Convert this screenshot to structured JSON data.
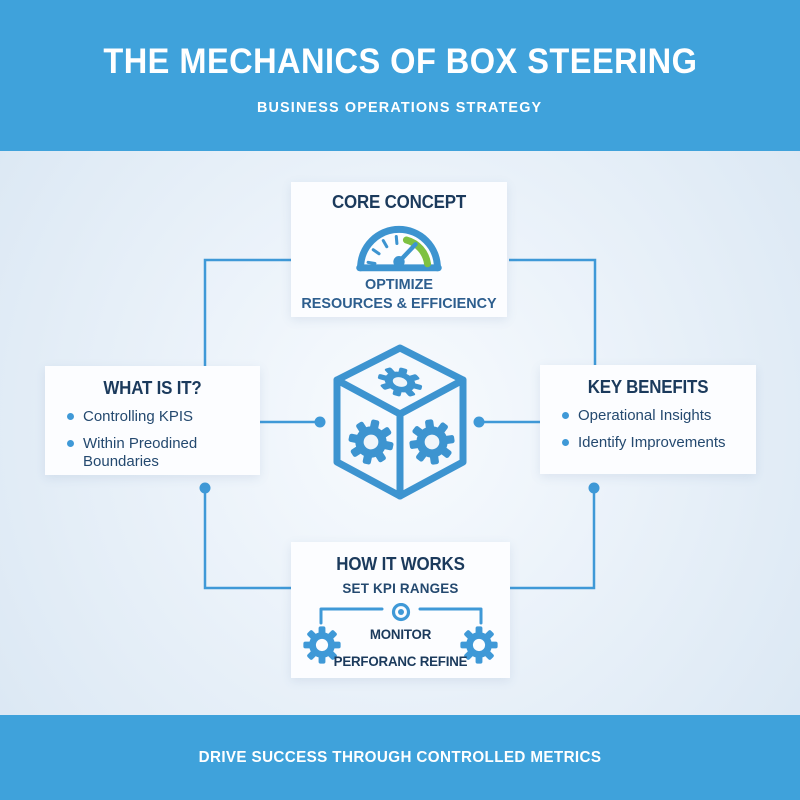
{
  "header": {
    "title": "THE MECHANICS OF BOX STEERING",
    "subtitle": "BUSINESS OPERATIONS STRATEGY"
  },
  "footer": {
    "text": "DRIVE SUCCESS THROUGH CONTROLLED METRICS"
  },
  "cards": {
    "core_concept": {
      "title": "CORE CONCEPT",
      "icon": "gauge-icon",
      "lines": [
        "OPTIMIZE",
        "RESOURCES & EFFICIENCY"
      ]
    },
    "what_is_it": {
      "title": "WHAT IS IT?",
      "bullets": [
        "Controlling KPIS",
        "Within Preodined Boundaries"
      ]
    },
    "key_benefits": {
      "title": "KEY BENEFITS",
      "bullets": [
        "Operational Insights",
        "Identify Improvements"
      ]
    },
    "how_it_works": {
      "title": "HOW IT WORKS",
      "subtitle": "SET KPI RANGES",
      "icons": [
        "gear-icon",
        "target-icon",
        "gear-icon"
      ],
      "lines": [
        "MONITOR",
        "PERFORANC REFINE"
      ]
    }
  },
  "center": {
    "icon": "cube-gears-icon"
  },
  "colors": {
    "banner_blue": "#3fa2db",
    "line_blue": "#3f99d7",
    "icon_blue": "#3d94d0",
    "green": "#7ec141",
    "navy": "#1b3a5c",
    "text_navy": "#24496f",
    "accent_text": "#2d5e8e",
    "card_bg": "#fcfdff"
  }
}
